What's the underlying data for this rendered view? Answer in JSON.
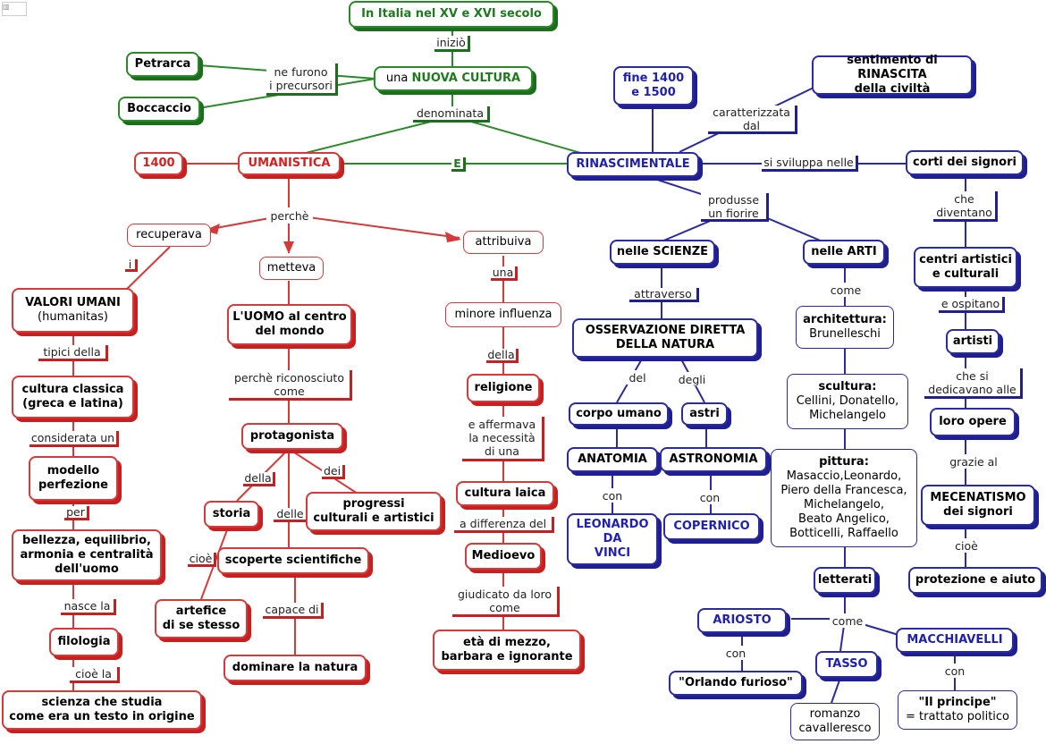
{
  "diagram": {
    "nodes": {
      "root": "In Italia nel XV e XVI secolo",
      "petrarca": "Petrarca",
      "boccaccio": "Boccaccio",
      "nuova_cultura_prefix": "una ",
      "nuova_cultura": "NUOVA CULTURA",
      "y1400": "1400",
      "umanistica": "UMANISTICA",
      "rinascimentale": "RINASCIMENTALE",
      "fine1400": "fine 1400\ne 1500",
      "sentimento": "sentimento di RINASCITA\ndella civiltà",
      "corti": "corti dei signori",
      "valori": "VALORI UMANI",
      "valori_sub": "(humanitas)",
      "cultura_classica": "cultura classica\n(greca e latina)",
      "modello": "modello\nperfezione",
      "bellezza": "bellezza, equilibrio,\narmonia e centralità\ndell'uomo",
      "filologia": "filologia",
      "scienza_testo": "scienza che studia\ncome era un testo in origine",
      "uomo_centro": "L'UOMO al centro\ndel mondo",
      "protagonista": "protagonista",
      "storia": "storia",
      "progressi": "progressi\nculturali e artistici",
      "scoperte": "scoperte scientifiche",
      "artefice": "artefice\ndi se stesso",
      "dominare": "dominare la natura",
      "attribuiva": "attribuiva",
      "recuperava": "recuperava",
      "metteva": "metteva",
      "minore": "minore influenza",
      "religione": "religione",
      "cultura_laica": "cultura laica",
      "medioevo": "Medioevo",
      "eta_mezzo": "età di mezzo,\nbarbara e ignorante",
      "scienze": "nelle SCIENZE",
      "arti": "nelle ARTI",
      "osservazione": "OSSERVAZIONE DIRETTA\nDELLA NATURA",
      "corpo": "corpo umano",
      "astri": "astri",
      "anatomia": "ANATOMIA",
      "astronomia": "ASTRONOMIA",
      "leonardo": "LEONARDO\nDA\nVINCI",
      "copernico": "COPERNICO",
      "architettura": "architettura:",
      "architettura_sub": "Brunelleschi",
      "scultura": "scultura:",
      "scultura_sub": "Cellini, Donatello,\nMichelangelo",
      "pittura": "pittura:",
      "pittura_sub": "Masaccio,Leonardo,\nPiero della Francesca,\nMichelangelo,\nBeato Angelico,\nBotticelli, Raffaello",
      "letterati": "letterati",
      "ariosto": "ARIOSTO",
      "tasso": "TASSO",
      "macchiavelli": "MACCHIAVELLI",
      "orlando": "\"Orlando furioso\"",
      "romanzo": "romanzo\ncavalleresco",
      "principe": "\"Il principe\"",
      "principe_sub": "= trattato politico",
      "centri": "centri artistici\ne culturali",
      "artisti": "artisti",
      "loro_opere": "loro opere",
      "mecenatismo": "MECENATISMO\ndei signori",
      "protezione": "protezione e aiuto"
    },
    "links": {
      "inizio": "iniziò",
      "precursori": "ne furono\ni precursori",
      "denominata": "denominata",
      "e": "E",
      "caratterizzata": "caratterizzata\ndal",
      "sviluppa": "si sviluppa nelle",
      "produsse": "produsse\nun fiorire",
      "perche": "perchè",
      "i": "i",
      "tipici": "tipici della",
      "considerata": "considerata un",
      "per": "per",
      "nasce": "nasce la",
      "cioe_la": "cioè la",
      "riconosciuto": "perchè riconosciuto\ncome",
      "della": "della",
      "dei": "dei",
      "delle": "delle",
      "cioe": "cioè",
      "capace": "capace di",
      "una": "una",
      "della2": "della",
      "afferma": "e affermava\nla necessità\ndi una",
      "differenza": "a differenza del",
      "giudicato": "giudicato da loro\ncome",
      "attraverso": "attraverso",
      "del": "del",
      "degli": "degli",
      "con1": "con",
      "con2": "con",
      "come_arti": "come",
      "come_lett": "come",
      "con_ariosto": "con",
      "con_macch": "con",
      "che_diventano": "che\ndiventano",
      "ospitano": "e ospitano",
      "dedicavano": "che si\ndedicavano alle",
      "grazie": "grazie al",
      "cioe_mec": "cioè"
    }
  }
}
